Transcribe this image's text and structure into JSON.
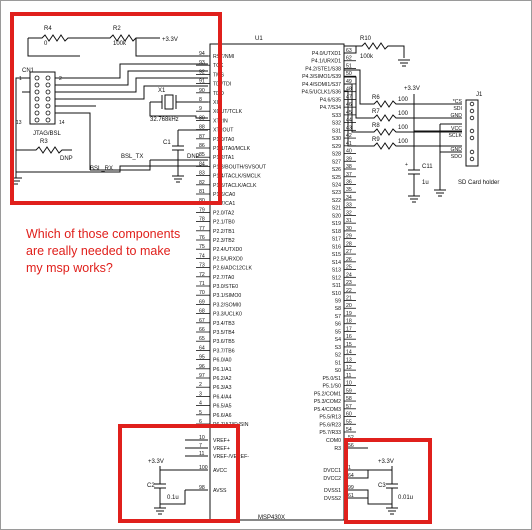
{
  "question": [
    "Which of those components",
    "are really needed to make",
    "my msp works?"
  ],
  "chip": {
    "ref": "U1",
    "part": "MSP430X",
    "left_pins": [
      {
        "num": "94",
        "name": "RST/NMI"
      },
      {
        "num": "93",
        "name": "TCK"
      },
      {
        "num": "92",
        "name": "TMS"
      },
      {
        "num": "91",
        "name": "TDI/TDI"
      },
      {
        "num": "90",
        "name": "TDO"
      },
      {
        "num": "8",
        "name": "XIN"
      },
      {
        "num": "9",
        "name": "XOUT/TCLK"
      },
      {
        "num": "89",
        "name": "XT2IN"
      },
      {
        "num": "88",
        "name": "XT2OUT"
      },
      {
        "num": "87",
        "name": "P1.0/TA0"
      },
      {
        "num": "86",
        "name": "P1.1/TA0/MCLK"
      },
      {
        "num": "85",
        "name": "P1.2/TA1"
      },
      {
        "num": "84",
        "name": "P1.3/BOUTH/SVSOUT"
      },
      {
        "num": "83",
        "name": "P1.4/TACLK/SMCLK"
      },
      {
        "num": "82",
        "name": "P1.5/TACLK/ACLK"
      },
      {
        "num": "81",
        "name": "P1.6/CA0"
      },
      {
        "num": "80",
        "name": "P1.7/CA1"
      },
      {
        "num": "79",
        "name": "P2.0/TA2"
      },
      {
        "num": "78",
        "name": "P2.1/TB0"
      },
      {
        "num": "77",
        "name": "P2.2/TB1"
      },
      {
        "num": "76",
        "name": "P2.3/TB2"
      },
      {
        "num": "75",
        "name": "P2.4/UTXD0"
      },
      {
        "num": "74",
        "name": "P2.5/URXD0"
      },
      {
        "num": "73",
        "name": "P2.6/ADC12CLK"
      },
      {
        "num": "72",
        "name": "P2.7/TA0"
      },
      {
        "num": "71",
        "name": "P3.0/STE0"
      },
      {
        "num": "70",
        "name": "P3.1/SIMO0"
      },
      {
        "num": "69",
        "name": "P3.2/SOMI0"
      },
      {
        "num": "68",
        "name": "P3.3/UCLK0"
      },
      {
        "num": "67",
        "name": "P3.4/TB3"
      },
      {
        "num": "66",
        "name": "P3.5/TB4"
      },
      {
        "num": "65",
        "name": "P3.6/TB5"
      },
      {
        "num": "64",
        "name": "P3.7/TB6"
      },
      {
        "num": "95",
        "name": "P6.0/A0"
      },
      {
        "num": "96",
        "name": "P6.1/A1"
      },
      {
        "num": "97",
        "name": "P6.2/A2"
      },
      {
        "num": "2",
        "name": "P6.3/A3"
      },
      {
        "num": "3",
        "name": "P6.4/A4"
      },
      {
        "num": "4",
        "name": "P6.5/A5"
      },
      {
        "num": "5",
        "name": "P6.6/A6"
      },
      {
        "num": "6",
        "name": "P6.7/A7/SVSIN"
      }
    ],
    "right_pins": [
      {
        "num": "63",
        "name": "P4.0/UTXD1"
      },
      {
        "num": "62",
        "name": "P4.1/URXD1"
      },
      {
        "num": "51",
        "name": "P4.2/STE1/S38"
      },
      {
        "num": "50",
        "name": "P4.3/SIMO1/S39"
      },
      {
        "num": "49",
        "name": "P4.4/SOMI1/S37"
      },
      {
        "num": "48",
        "name": "P4.5/UCLK1/S36"
      },
      {
        "num": "47",
        "name": "P4.6/S35"
      },
      {
        "num": "46",
        "name": "P4.7/S34"
      },
      {
        "num": "45",
        "name": "S33"
      },
      {
        "num": "44",
        "name": "S32"
      },
      {
        "num": "43",
        "name": "S31"
      },
      {
        "num": "42",
        "name": "S30"
      },
      {
        "num": "41",
        "name": "S29"
      },
      {
        "num": "40",
        "name": "S28"
      },
      {
        "num": "39",
        "name": "S27"
      },
      {
        "num": "38",
        "name": "S26"
      },
      {
        "num": "37",
        "name": "S25"
      },
      {
        "num": "36",
        "name": "S24"
      },
      {
        "num": "35",
        "name": "S23"
      },
      {
        "num": "34",
        "name": "S22"
      },
      {
        "num": "33",
        "name": "S21"
      },
      {
        "num": "32",
        "name": "S20"
      },
      {
        "num": "31",
        "name": "S19"
      },
      {
        "num": "30",
        "name": "S18"
      },
      {
        "num": "29",
        "name": "S17"
      },
      {
        "num": "28",
        "name": "S16"
      },
      {
        "num": "27",
        "name": "S15"
      },
      {
        "num": "26",
        "name": "S14"
      },
      {
        "num": "25",
        "name": "S13"
      },
      {
        "num": "24",
        "name": "S12"
      },
      {
        "num": "23",
        "name": "S11"
      },
      {
        "num": "22",
        "name": "S10"
      },
      {
        "num": "21",
        "name": "S9"
      },
      {
        "num": "20",
        "name": "S8"
      },
      {
        "num": "19",
        "name": "S7"
      },
      {
        "num": "18",
        "name": "S6"
      },
      {
        "num": "17",
        "name": "S5"
      },
      {
        "num": "16",
        "name": "S4"
      },
      {
        "num": "15",
        "name": "S3"
      },
      {
        "num": "14",
        "name": "S2"
      },
      {
        "num": "13",
        "name": "S1"
      },
      {
        "num": "12",
        "name": "S0"
      },
      {
        "num": "11",
        "name": "P5.0/S1"
      },
      {
        "num": "10",
        "name": "P5.1/S0"
      },
      {
        "num": "59",
        "name": "P5.2/COM1"
      },
      {
        "num": "58",
        "name": "P5.3/COM2"
      },
      {
        "num": "57",
        "name": "P5.4/COM3"
      },
      {
        "num": "60",
        "name": "P5.5/R13"
      },
      {
        "num": "55",
        "name": "P5.6/R23"
      },
      {
        "num": "54",
        "name": "P5.7/R33"
      }
    ],
    "power_left": [
      {
        "num": "10",
        "name": "VREF+"
      },
      {
        "num": "7",
        "name": "VREF+"
      },
      {
        "num": "11",
        "name": "VREF-/VEREF-"
      },
      {
        "num": "100",
        "name": "AVCC"
      },
      {
        "num": "98",
        "name": "AVSS"
      }
    ],
    "power_right": [
      {
        "num": "52",
        "name": "COM0"
      },
      {
        "num": "56",
        "name": "R3"
      },
      {
        "num": "1",
        "name": "DVCC1"
      },
      {
        "num": "64",
        "name": "DVCC2"
      },
      {
        "num": "99",
        "name": "DVSS1"
      },
      {
        "num": "61",
        "name": "DVSS2"
      }
    ]
  },
  "jtag": {
    "r4_ref": "R4",
    "r4_val": "0",
    "r2_ref": "R2",
    "r2_val": "100k",
    "supply": "+3.3V",
    "cn_ref": "CN1",
    "cn_label": "JTAG/BSL",
    "pin_hints": [
      "1",
      "2",
      "13",
      "14"
    ],
    "r3_ref": "R3",
    "r3_val": "DNP",
    "bsl_rx": "BSL_RX",
    "bsl_tx": "BSL_TX"
  },
  "clock": {
    "x1_ref": "X1",
    "x1_val": "32.768kHz",
    "c1_ref": "C1",
    "c1_val": "DNP"
  },
  "sd": {
    "r10_ref": "R10",
    "r10_val": "100k",
    "supply": "+3.3V",
    "resistors": [
      {
        "ref": "R6",
        "val": "100"
      },
      {
        "ref": "R7",
        "val": "100"
      },
      {
        "ref": "R8",
        "val": "100"
      },
      {
        "ref": "R9",
        "val": "100"
      }
    ],
    "c11_ref": "C11",
    "c11_val": "1u",
    "j_ref": "J1",
    "pins": [
      "*CS",
      "SDI",
      "GND",
      "VCC",
      "SCLK",
      "GND",
      "SDO"
    ],
    "label": "SD Card holder"
  },
  "power": {
    "supply_left": "+3.3V",
    "c2_ref": "C2",
    "c2_val": "0.1u",
    "supply_right": "+3.3V",
    "c3_ref": "C3",
    "c3_val": "0.01u"
  },
  "colors": {
    "highlight": "#e0201c",
    "ink": "#111111"
  }
}
